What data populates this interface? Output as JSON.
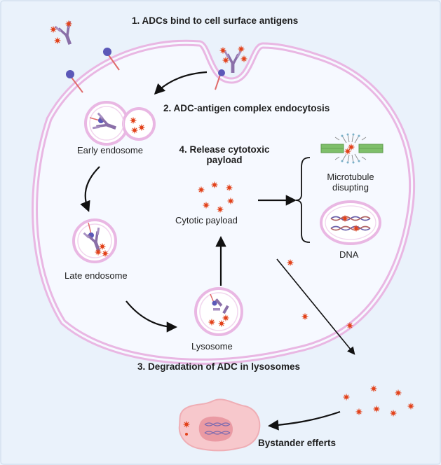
{
  "steps": {
    "bind": "1.  ADCs bind to cell surface antigens",
    "endocytosis": "2. ADC-antigen complex endocytosis",
    "degradation": "3. Degradation of ADC in lysosomes",
    "release_line1": "4. Release cytotoxic",
    "release_line2": "payload"
  },
  "labels": {
    "early_endosome": "Early endosome",
    "late_endosome": "Late endosome",
    "lysosome": "Lysosome",
    "cytotic_payload": "Cytotic payload",
    "microtubule_line1": "Microtubule",
    "microtubule_line2": "disupting",
    "dna": "DNA",
    "bystander": "Bystander efferts"
  },
  "colors": {
    "background": "#eaf2fb",
    "membrane": "#e9b7e3",
    "cytoplasm": "#f6f9ff",
    "antibody": "#8a6fa8",
    "antigen": "#5b58b8",
    "payload": "#e2431b",
    "microtubule": "#7fbf6a"
  }
}
